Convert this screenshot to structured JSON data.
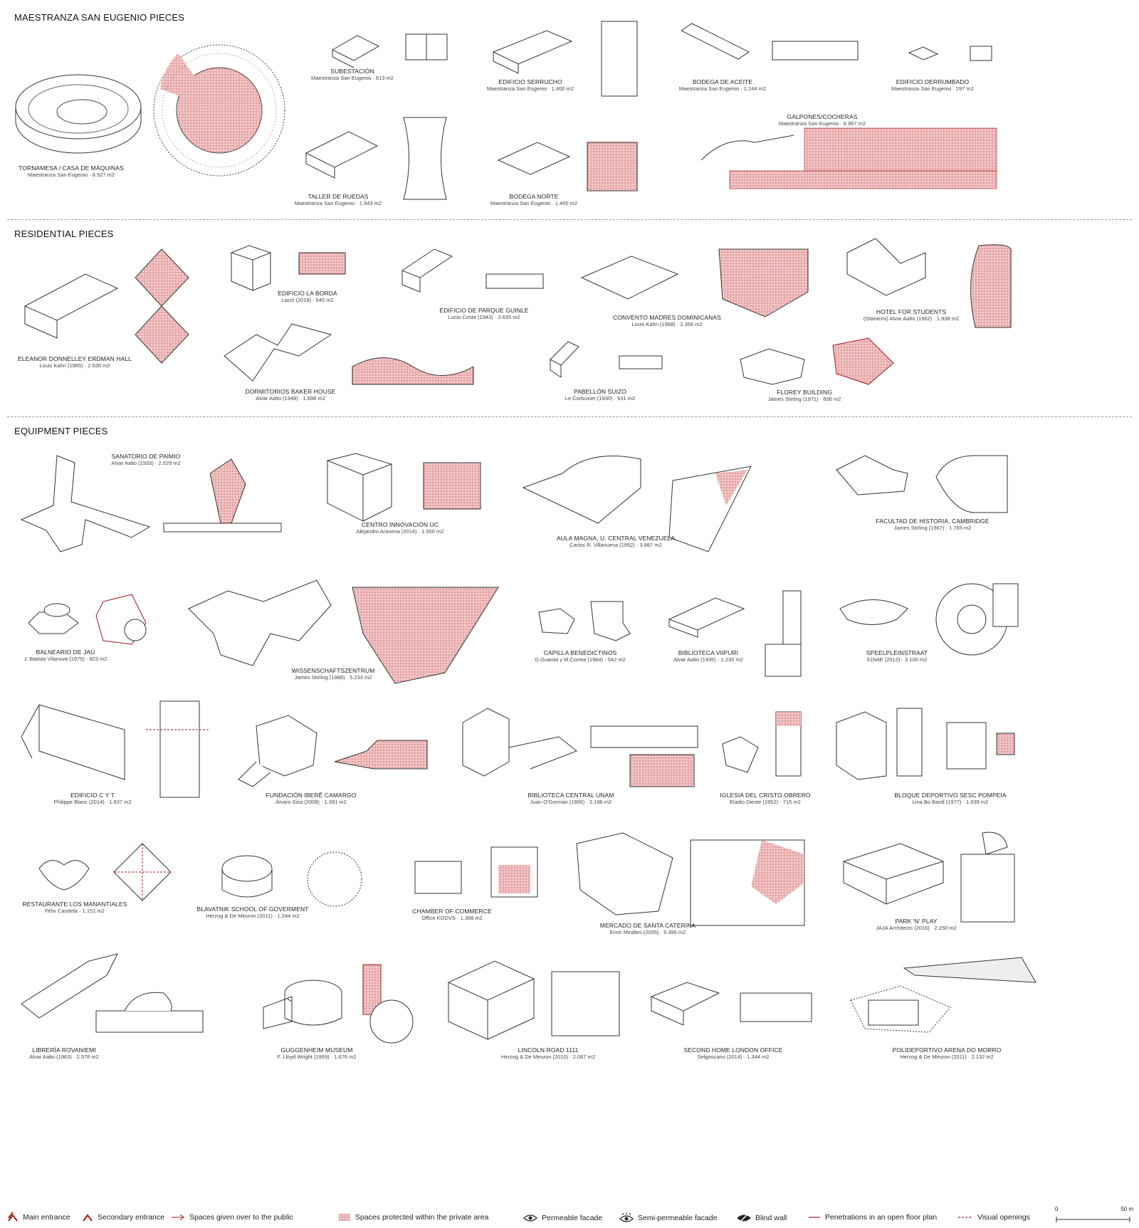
{
  "colors": {
    "accent": "#9e1b1b",
    "hatch": "#e9a0a0",
    "line": "#333333"
  },
  "sections": [
    {
      "id": "maestranza",
      "title": "MAESTRANZA SAN EUGENIO PIECES"
    },
    {
      "id": "residential",
      "title": "RESIDENTIAL PIECES"
    },
    {
      "id": "equipment",
      "title": "EQUIPMENT PIECES"
    }
  ],
  "pieces": [
    {
      "name": "TORNAMESA / CASA DE MÁQUINAS",
      "meta": "Maestranza San Eugenio · 8.527 m2"
    },
    {
      "name": "SUBESTACIÓN",
      "meta": "Maestranza San Eugenio · 613 m2"
    },
    {
      "name": "EDIFICIO SERRUCHO",
      "meta": "Maestranza San Eugenio · 1.400 m2"
    },
    {
      "name": "BODEGA DE ACEITE",
      "meta": "Maestranza San Eugenio · 1.244 m2"
    },
    {
      "name": "EDIFICIO DERRUMBADO",
      "meta": "Maestranza San Eugenio · 297 m2"
    },
    {
      "name": "TALLER DE RUEDAS",
      "meta": "Maestranza San Eugenio · 1.943 m2"
    },
    {
      "name": "BODEGA NORTE",
      "meta": "Maestranza San Eugenio · 1.400 m2"
    },
    {
      "name": "GALPONES/COCHERAS",
      "meta": "Maestranza San Eugenio · 6.967 m2"
    },
    {
      "name": "ELEANOR DONNELLEY ERDMAN HALL",
      "meta": "Louis Kahn (1965) · 2.635 m2"
    },
    {
      "name": "EDIFICIO LA BORDA",
      "meta": "Lacol (2018) · 545 m2"
    },
    {
      "name": "EDIFICIO DE PARQUE GUINLE",
      "meta": "Lucio Costa (1943) · 2.635 m2"
    },
    {
      "name": "CONVENTO MADRES DOMINICANAS",
      "meta": "Louis Kahn (1968) · 2.356 m2"
    },
    {
      "name": "HOTEL FOR STUDENTS",
      "meta": "(Otaniemi) Alvar Aalto (1962) · 1.938 m2"
    },
    {
      "name": "DORMITORIOS BAKER HOUSE",
      "meta": "Alvar Aalto (1948) · 1.698 m2"
    },
    {
      "name": "PABELLÓN SUIZO",
      "meta": "Le Corbusier (1930) · 631 m2"
    },
    {
      "name": "FLOREY BUILDING",
      "meta": "James Stirling (1971) · 606 m2"
    },
    {
      "name": "SANATORIO DE PAIMIO",
      "meta": "Alvar Aalto (1933) · 2.529 m2"
    },
    {
      "name": "CENTRO INNOVACIÓN UC",
      "meta": "Alejandro Aravena (2014) · 1.550 m2"
    },
    {
      "name": "AULA MAGNA, U. CENTRAL VENEZUELA",
      "meta": "Carlos R. Villanueva (1952) · 3.887 m2"
    },
    {
      "name": "FACULTAD DE HISTORIA, CAMBRIDGE",
      "meta": "James Stirling (1967) · 1.765 m2"
    },
    {
      "name": "BALNEARIO DE JAÚ",
      "meta": "J. Batista Vilanova (1975) · 823 m2"
    },
    {
      "name": "WISSENSCHAFTSZENTRUM",
      "meta": "James Stirling (1988) · 5.233 m2"
    },
    {
      "name": "CAPILLA BENEDICTINOS",
      "meta": "G.Guarda y M.Correa (1964) · 542 m2"
    },
    {
      "name": "BIBLIOTECA VIIPURI",
      "meta": "Alvar Aalto (1935) · 1.230 m2"
    },
    {
      "name": "SPEELPLEINSTRAAT",
      "meta": "51N4E (2012) · 3.100 m2"
    },
    {
      "name": "EDIFICIO C Y T",
      "meta": "Philippe Blanc (2014) · 1.637 m2"
    },
    {
      "name": "FUNDACIÓN IBERÊ CAMARGO",
      "meta": "Álvaro Siza (2008) · 1.391 m2"
    },
    {
      "name": "BIBLIOTECA CENTRAL UNAM",
      "meta": "Juan O'Gorman (1956) · 3.196 m2"
    },
    {
      "name": "IGLESIA DEL CRISTO OBRERO",
      "meta": "Eladio Dieste (1952) · 715 m2"
    },
    {
      "name": "BLOQUE DEPORTIVO SESC POMPEIA",
      "meta": "Lina Bo Bardi (1977) · 1.639 m2"
    },
    {
      "name": "RESTAURANTE LOS MANANTIALES",
      "meta": "Félix Candela · 1.151 m2"
    },
    {
      "name": "BLAVATNIK SCHOOL OF GOVERMENT",
      "meta": "Herzog & De Meuron (2011) · 1.244 m2"
    },
    {
      "name": "CHAMBER OF COMMERCE",
      "meta": "Office KGDVS · 1.368 m2"
    },
    {
      "name": "MERCADO DE SANTA CATERINA",
      "meta": "Enric Miralles (2005) · 5.395 m2"
    },
    {
      "name": "PARK 'N' PLAY",
      "meta": "JAJA Architects (2016) · 2.250 m2"
    },
    {
      "name": "LIBRERÍA ROVANIEMI",
      "meta": "Alvar Aalto (1963) · 2.578 m2"
    },
    {
      "name": "GUGGENHEIM MUSEUM",
      "meta": "F. Lloyd Wright (1959) · 1.676 m2"
    },
    {
      "name": "LINCOLN ROAD 1111",
      "meta": "Herzog & De Meuron (2010) · 2.067 m2"
    },
    {
      "name": "SECOND HOME LONDON OFFICE",
      "meta": "Selgascano (2014) · 1.344 m2"
    },
    {
      "name": "POLIDEPORTIVO ARENA DO MORRO",
      "meta": "Herzog & De Meuron (2011) · 2.132 m2"
    }
  ],
  "legend": [
    {
      "icon": "main-entrance-icon",
      "label": "Main entrance"
    },
    {
      "icon": "secondary-entrance-icon",
      "label": "Secondary entrance"
    },
    {
      "icon": "public-arrow-icon",
      "label": "Spaces given over to the public"
    },
    {
      "icon": "hatch-icon",
      "label": "Spaces protected within the private area"
    },
    {
      "icon": "eye-icon",
      "label": "Permeable facade"
    },
    {
      "icon": "eye-semi-icon",
      "label": "Semi-permeable facade"
    },
    {
      "icon": "eye-blind-icon",
      "label": "Blind wall"
    },
    {
      "icon": "solid-line-icon",
      "label": "Penetrations in an open floor plan"
    },
    {
      "icon": "dashed-line-icon",
      "label": "Visual openings"
    }
  ],
  "scale": {
    "start": "0",
    "end": "50 m"
  }
}
